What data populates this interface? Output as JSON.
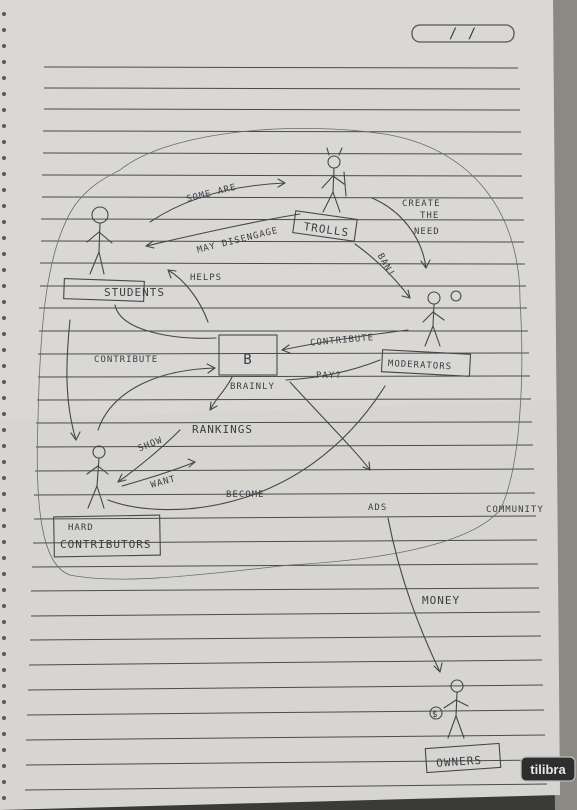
{
  "notebook": {
    "date_box": "/ /",
    "brand": "tilibra"
  },
  "sketch": {
    "nodes": {
      "students": "STUDENTS",
      "trolls": "TROLLS",
      "moderators": "MODERATORS",
      "brainly": "BRAINLY",
      "brainly_logo": "B",
      "hard_contributors": [
        "HARD",
        "CONTRIBUTORS"
      ],
      "owners": "OWNERS",
      "owner_symbol": "$"
    },
    "labels": {
      "some_are": "SOME ARE",
      "may_disengage": "MAY DISENGAGE",
      "create_the_need": [
        "CREATE",
        "THE",
        "NEED"
      ],
      "ban": "BAN!",
      "helps": "HELPS",
      "contribute_left": "CONTRIBUTE",
      "contribute_right": "CONTRIBUTE",
      "pay": "PAY?",
      "rankings": "RANKINGS",
      "show": "SHOW",
      "want": "WANT",
      "become": "BECOME",
      "ads": "ADS",
      "community": "COMMUNITY",
      "money": "MONEY"
    }
  },
  "colors": {
    "paper": "#d9d8d4",
    "rule_line": "#4a4a50",
    "ink": "#3c3c44",
    "background": "#3a3a38"
  }
}
